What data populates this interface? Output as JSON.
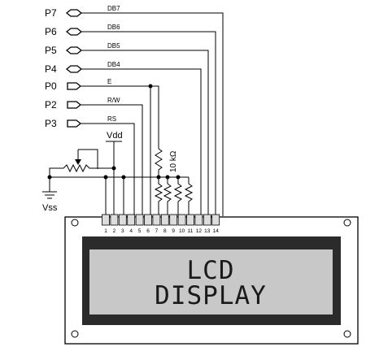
{
  "ports": [
    {
      "name": "P7",
      "signal": "DB7",
      "arrow": "in"
    },
    {
      "name": "P6",
      "signal": "DB6",
      "arrow": "in"
    },
    {
      "name": "P5",
      "signal": "DB5",
      "arrow": "in"
    },
    {
      "name": "P4",
      "signal": "DB4",
      "arrow": "in"
    },
    {
      "name": "P0",
      "signal": "E",
      "arrow": "out"
    },
    {
      "name": "P2",
      "signal": "R/W",
      "arrow": "out"
    },
    {
      "name": "P3",
      "signal": "RS",
      "arrow": "out"
    }
  ],
  "supply": {
    "vdd": "Vdd",
    "vss": "Vss"
  },
  "resistor_label": "10 kΩ",
  "pins": [
    "1",
    "2",
    "3",
    "4",
    "5",
    "6",
    "7",
    "8",
    "9",
    "10",
    "11",
    "12",
    "13",
    "14"
  ],
  "lcd": {
    "line1": "LCD",
    "line2": "DISPLAY"
  }
}
